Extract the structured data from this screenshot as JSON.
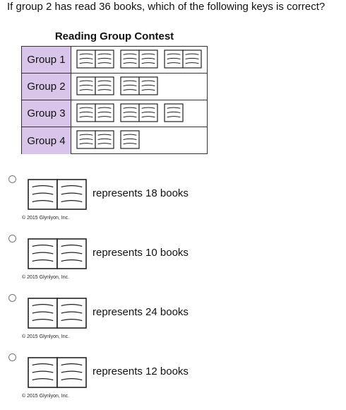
{
  "question": "If group 2 has read 36 books, which of the following keys is correct?",
  "pictograph": {
    "title": "Reading Group Contest",
    "rows": [
      {
        "label": "Group 1",
        "books": 3
      },
      {
        "label": "Group 2",
        "books": 2
      },
      {
        "label": "Group 3",
        "books": 2.5
      },
      {
        "label": "Group 4",
        "books": 1.5
      }
    ]
  },
  "options": [
    {
      "text": "represents 18 books",
      "copyright": "© 2015 Glynlyon, Inc."
    },
    {
      "text": "represents 10 books",
      "copyright": "© 2015 Glynlyon, Inc."
    },
    {
      "text": "represents 24 books",
      "copyright": "© 2015 Glynlyon, Inc."
    },
    {
      "text": "represents 12 books",
      "copyright": "© 2015 Glynlyon, Inc."
    }
  ],
  "colors": {
    "group_label_bg": "#d8c5e9",
    "border": "#333333"
  },
  "icons": {
    "book": "open-book-icon",
    "radio": "radio-button"
  }
}
